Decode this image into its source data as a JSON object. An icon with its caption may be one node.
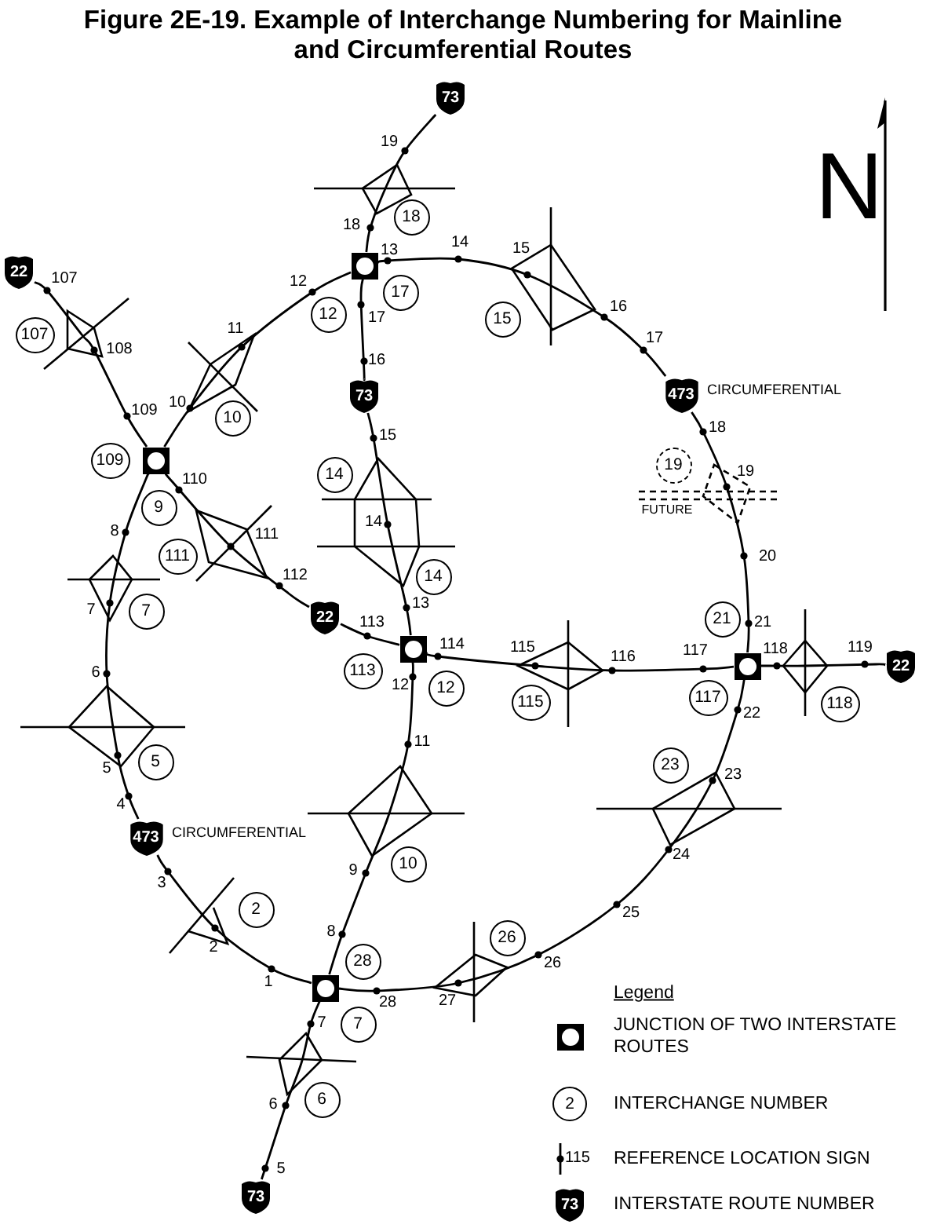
{
  "diagram": {
    "title": "Figure 2E-19. Example of Interchange Numbering for Mainline and Circumferential Routes",
    "nodes": [
      {
        "text": [
          "73"
        ]
      },
      {
        "text": [
          "18"
        ]
      },
      {
        "text": [],
        "shape": "box"
      },
      {
        "text": [
          "22"
        ]
      },
      {
        "text": [
          "17"
        ]
      },
      {
        "text": [
          "12"
        ]
      },
      {
        "text": [
          "15"
        ]
      },
      {
        "text": [
          "107"
        ]
      },
      {
        "text": [
          "473"
        ],
        "beside": [
          "CIRCUMFERENTIAL"
        ]
      },
      {
        "text": [
          "73"
        ]
      },
      {
        "text": [
          "10"
        ]
      },
      {
        "text": [],
        "shape": "box"
      },
      {
        "text": [
          "109"
        ]
      },
      {
        "text": [
          "19"
        ]
      },
      {
        "text": [
          "14"
        ]
      },
      {
        "text": [
          "9"
        ]
      },
      {
        "text": [
          "111"
        ]
      },
      {
        "text": [
          "14"
        ]
      },
      {
        "text": [
          "7"
        ]
      },
      {
        "text": [
          "22"
        ]
      },
      {
        "text": [
          "21"
        ]
      },
      {
        "text": [],
        "shape": "box"
      },
      {
        "text": [],
        "shape": "box"
      },
      {
        "text": [
          "22"
        ]
      },
      {
        "text": [
          "113"
        ]
      },
      {
        "text": [
          "12"
        ]
      },
      {
        "text": [
          "117"
        ]
      },
      {
        "text": [
          "115"
        ]
      },
      {
        "text": [
          "118"
        ]
      },
      {
        "text": [
          "5"
        ]
      },
      {
        "text": [
          "23"
        ]
      },
      {
        "text": [
          "473"
        ],
        "beside": [
          "CIRCUMFERENTIAL"
        ]
      },
      {
        "text": [
          "10"
        ]
      },
      {
        "text": [
          "2"
        ]
      },
      {
        "text": [
          "26"
        ]
      },
      {
        "text": [
          "28"
        ]
      },
      {
        "text": [],
        "shape": "box"
      },
      {
        "text": [
          "7"
        ]
      },
      {
        "text": [
          "6"
        ]
      },
      {
        "text": [
          "73"
        ]
      },
      {
        "text": [],
        "shape": "box"
      },
      {
        "text": [
          "2"
        ]
      },
      {
        "text": [
          "73"
        ]
      }
    ],
    "edges": [
      {
        "from": 0,
        "to": 2,
        "arrow": "none"
      },
      {
        "from": 2,
        "to": 9,
        "arrow": "none"
      },
      {
        "from": 9,
        "to": 21,
        "arrow": "none"
      },
      {
        "from": 21,
        "to": 36,
        "arrow": "none"
      },
      {
        "from": 36,
        "to": 39,
        "arrow": "none"
      },
      {
        "from": 3,
        "to": 11,
        "arrow": "none"
      },
      {
        "from": 11,
        "to": 19,
        "arrow": "none"
      },
      {
        "from": 19,
        "to": 21,
        "arrow": "none"
      },
      {
        "from": 21,
        "to": 22,
        "arrow": "none"
      },
      {
        "from": 22,
        "to": 23,
        "arrow": "none"
      },
      {
        "from": 2,
        "to": 8,
        "arrow": "none"
      },
      {
        "from": 8,
        "to": 22,
        "arrow": "none"
      },
      {
        "from": 22,
        "to": 36,
        "arrow": "none"
      },
      {
        "from": 36,
        "to": 31,
        "arrow": "none"
      },
      {
        "from": 31,
        "to": 11,
        "arrow": "none"
      },
      {
        "from": 11,
        "to": 2,
        "arrow": "none"
      }
    ],
    "labels": [
      "19",
      "18",
      "13",
      "14",
      "15",
      "107",
      "12",
      "16",
      "17",
      "11",
      "17",
      "108",
      "16",
      "10",
      "109",
      "18",
      "15",
      "19",
      "110",
      "FUTURE",
      "14",
      "8",
      "111",
      "20",
      "112",
      "13",
      "7",
      "21",
      "113",
      "114",
      "115",
      "118",
      "117",
      "119",
      "116",
      "6",
      "12",
      "22",
      "11",
      "5",
      "23",
      "4",
      "24",
      "9",
      "3",
      "25",
      "8",
      "2",
      "26",
      "1",
      "27",
      "28",
      "7",
      "6",
      "5",
      "N",
      "Legend",
      "115"
    ],
    "legend": [
      {
        "text": "JUNCTION OF TWO INTERSTATE ROUTES"
      },
      {
        "text": "INTERCHANGE NUMBER"
      },
      {
        "text": "REFERENCE LOCATION SIGN"
      },
      {
        "text": "INTERSTATE ROUTE NUMBER"
      }
    ]
  }
}
